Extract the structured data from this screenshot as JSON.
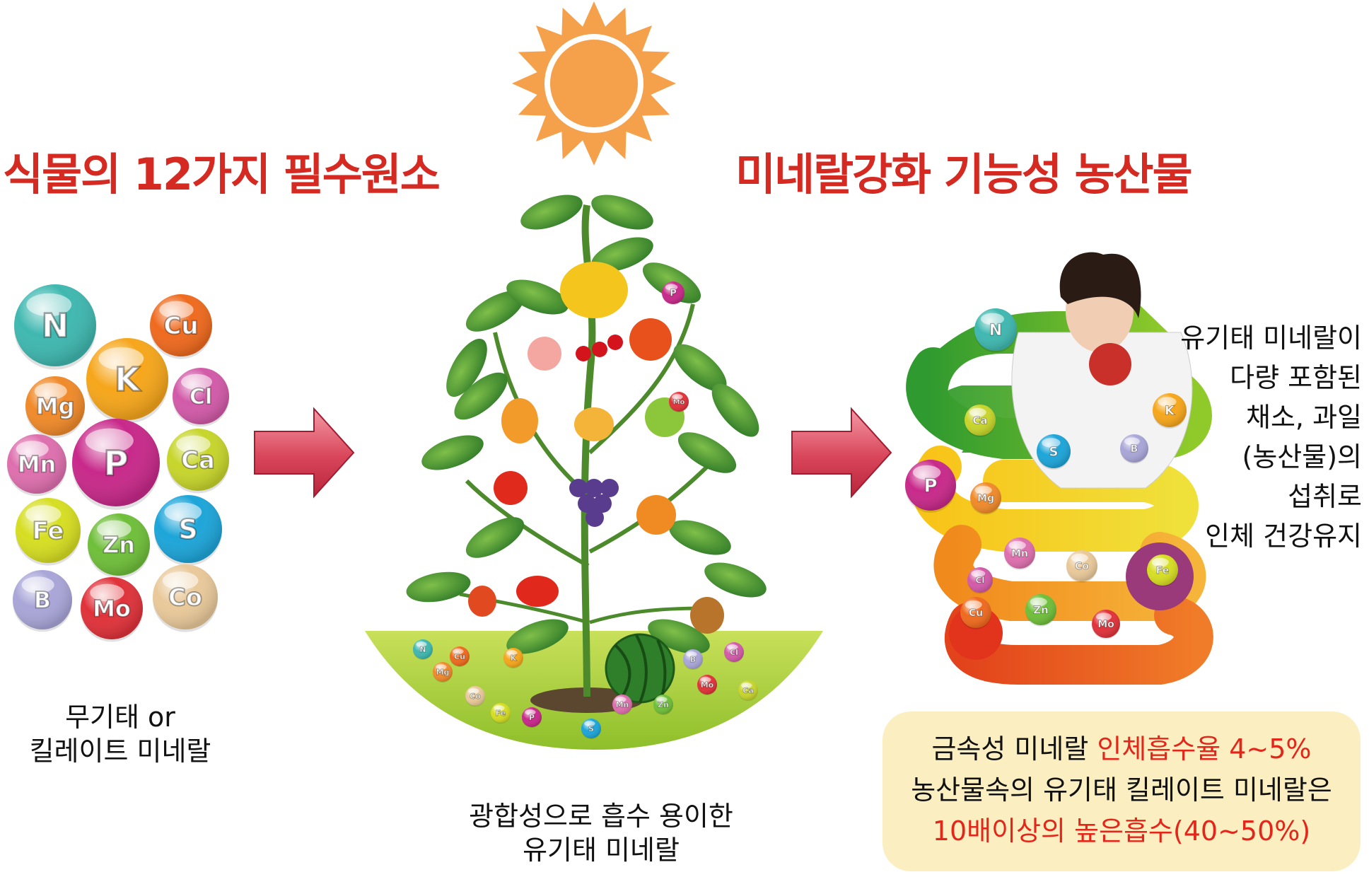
{
  "headings": {
    "left": "식물의 12가지 필수원소",
    "right": "미네랄강화 기능성 농산물"
  },
  "minerals": [
    "N",
    "Cu",
    "K",
    "Mg",
    "Cl",
    "Mn",
    "P",
    "Ca",
    "Fe",
    "Zn",
    "S",
    "B",
    "Mo",
    "Co"
  ],
  "left_caption": [
    "무기태 or",
    "킬레이트 미네랄"
  ],
  "center_caption": [
    "광합성으로 흡수 용이한",
    "유기태 미네랄"
  ],
  "right_text": [
    "유기태 미네랄이",
    "다량 포함된",
    "채소, 과일",
    "(농산물)의",
    "섭취로",
    "인체 건강유지"
  ],
  "info_box": {
    "line1_normal": "금속성 미네랄 ",
    "line1_highlight": "인체흡수율 4~5%",
    "line2": "농산물속의 유기태 킬레이트 미네랄은",
    "line3_highlight": "10배이상의 높은흡수(40~50%)"
  },
  "colors": {
    "heading": "#d42a22",
    "highlight": "#e32619",
    "arrow": "#d9455a",
    "sun": "#f5a04a",
    "ground": "#a8cf38",
    "info_bg": "#fbefc2"
  }
}
